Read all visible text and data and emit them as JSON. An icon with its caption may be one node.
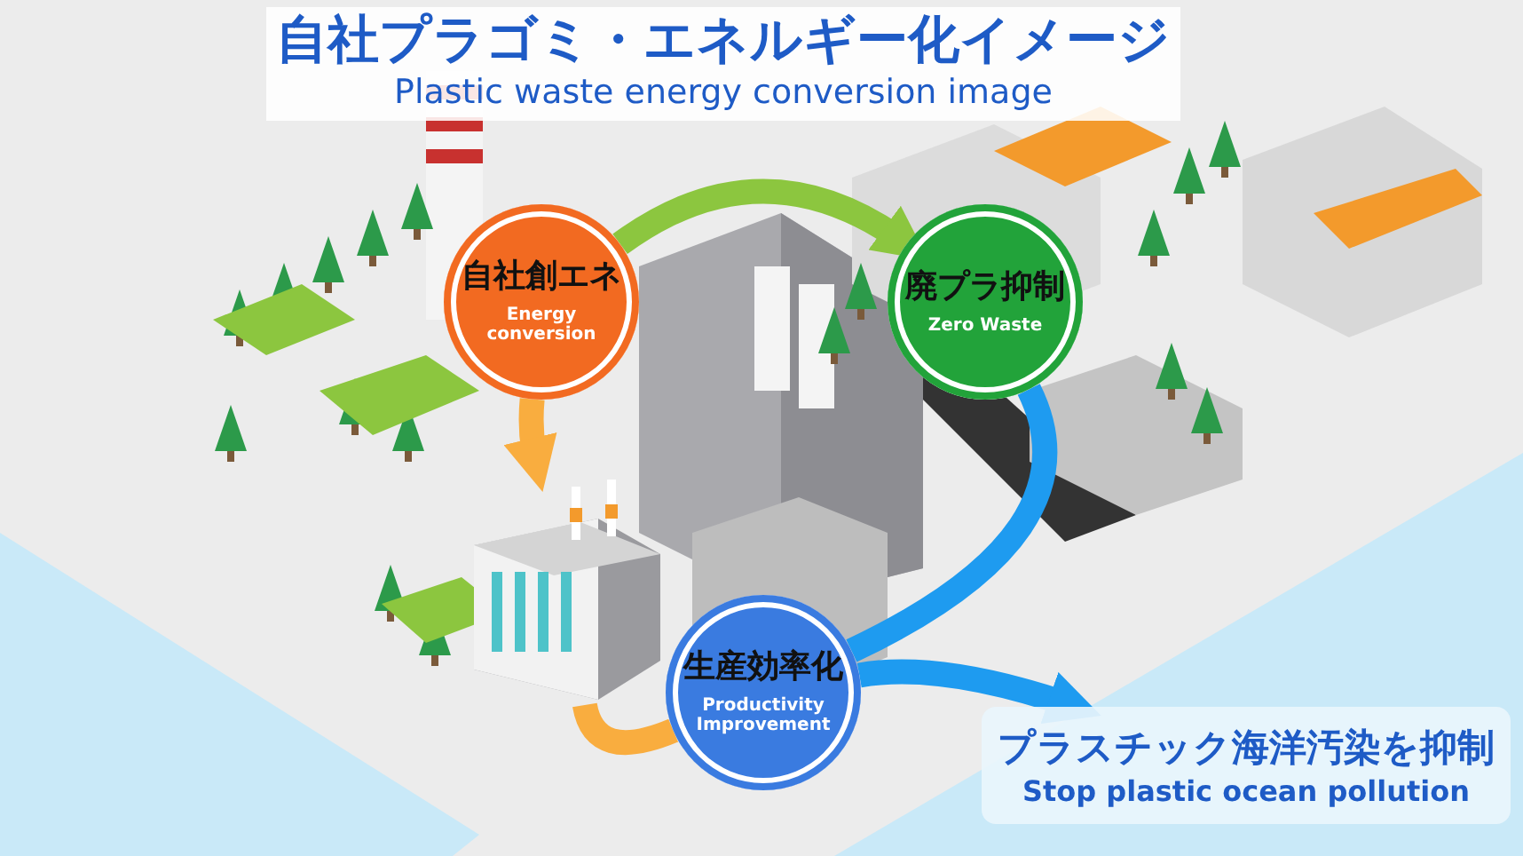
{
  "diagram": {
    "title": "自社プラゴミ・エネルギー化イメージ",
    "nodes": [
      {
        "text": [
          "自社創エネ",
          "Energy conversion"
        ]
      },
      {
        "text": [
          "廃プラ抑制",
          "Zero Waste"
        ]
      },
      {
        "text": [],
        "shape": "picture"
      },
      {
        "text": [
          "生産効率化",
          "Productivity Improvement"
        ]
      },
      {
        "text": [
          "プラスチック海洋汚染を抑制",
          "Stop plastic ocean pollution"
        ]
      }
    ],
    "edges": [
      {
        "from": 0,
        "to": 1,
        "arrow": "to",
        "color": "#8cc63f"
      },
      {
        "from": 0,
        "to": 2,
        "arrow": "to",
        "color": "#f9ad3f"
      },
      {
        "from": 2,
        "to": 3,
        "arrow": "none",
        "color": "#f9ad3f"
      },
      {
        "from": 1,
        "to": 3,
        "arrow": "none",
        "color": "#1e9bf0"
      },
      {
        "from": 3,
        "to": 4,
        "arrow": "to",
        "color": "#1e9bf0"
      }
    ],
    "labels": [
      "Plastic waste energy conversion image"
    ]
  }
}
